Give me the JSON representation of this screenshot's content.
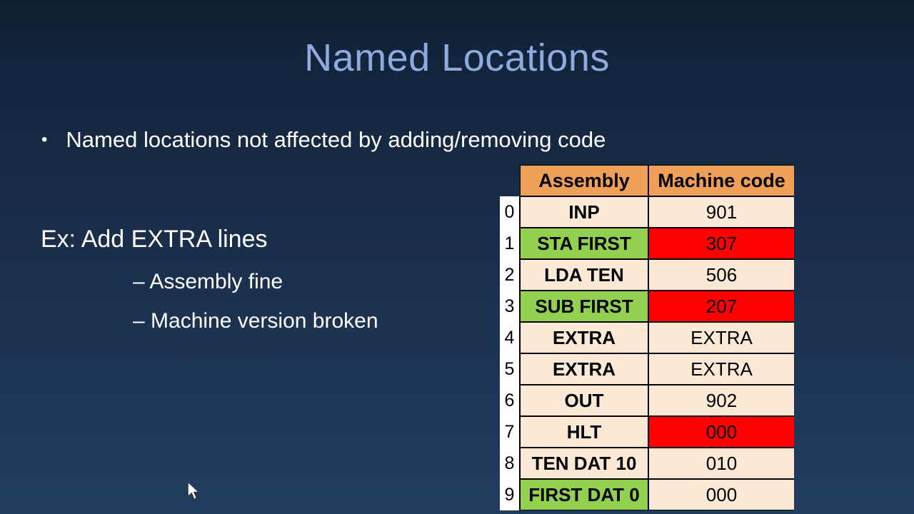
{
  "slide": {
    "title": "Named Locations",
    "bullet_marker": "•",
    "bullet_text": "Named locations not affected by adding/removing code",
    "example_heading": "Ex: Add EXTRA lines",
    "sub_bullet_1": "– Assembly fine",
    "sub_bullet_2": "– Machine version broken"
  },
  "colors": {
    "title_text": "#8FAADC",
    "body_text": "#FFFFFF",
    "background_top": "#12233A",
    "background_bottom": "#213D5E",
    "table_header_bg": "#F0A056",
    "table_cell_bg": "#FBE8D5",
    "highlight_green": "#92D050",
    "highlight_red": "#FF0000",
    "addr_col_bg": "#FFFFFF",
    "table_border": "#000000"
  },
  "table": {
    "col_headers": [
      "Assembly",
      "Machine code"
    ],
    "rows": [
      {
        "addr": "0",
        "asm": "INP",
        "mc": "901",
        "asm_style": "background:#FBE8D5",
        "mc_style": "background:#FBE8D5"
      },
      {
        "addr": "1",
        "asm": "STA FIRST",
        "mc": "307",
        "asm_style": "background:#92D050",
        "mc_style": "background:#FF0000"
      },
      {
        "addr": "2",
        "asm": "LDA TEN",
        "mc": "506",
        "asm_style": "background:#FBE8D5",
        "mc_style": "background:#FBE8D5"
      },
      {
        "addr": "3",
        "asm": "SUB FIRST",
        "mc": "207",
        "asm_style": "background:#92D050",
        "mc_style": "background:#FF0000"
      },
      {
        "addr": "4",
        "asm": "EXTRA",
        "mc": "EXTRA",
        "asm_style": "background:#FBE8D5",
        "mc_style": "background:#FBE8D5"
      },
      {
        "addr": "5",
        "asm": "EXTRA",
        "mc": "EXTRA",
        "asm_style": "background:#FBE8D5",
        "mc_style": "background:#FBE8D5"
      },
      {
        "addr": "6",
        "asm": "OUT",
        "mc": "902",
        "asm_style": "background:#FBE8D5",
        "mc_style": "background:#FBE8D5"
      },
      {
        "addr": "7",
        "asm": "HLT",
        "mc": "000",
        "asm_style": "background:#FBE8D5",
        "mc_style": "background:#FF0000"
      },
      {
        "addr": "8",
        "asm": "TEN DAT 10",
        "mc": "010",
        "asm_style": "background:#FBE8D5",
        "mc_style": "background:#FBE8D5"
      },
      {
        "addr": "9",
        "asm": "FIRST DAT 0",
        "mc": "000",
        "asm_style": "background:#92D050",
        "mc_style": "background:#FBE8D5"
      }
    ]
  },
  "cursor": {
    "icon": "arrow-cursor"
  }
}
